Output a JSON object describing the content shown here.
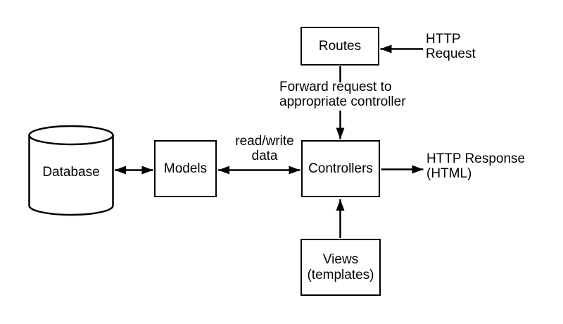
{
  "diagram": {
    "background": "#ffffff",
    "stroke_color": "#000000",
    "node_fill": "#ffffff",
    "nodes": [
      {
        "id": "database",
        "label": "Database",
        "shape": "cylinder"
      },
      {
        "id": "models",
        "label": "Models",
        "shape": "rect"
      },
      {
        "id": "controllers",
        "label": "Controllers",
        "shape": "rect"
      },
      {
        "id": "routes",
        "label": "Routes",
        "shape": "rect"
      },
      {
        "id": "views",
        "label": "Views\n(templates)",
        "shape": "rect"
      }
    ],
    "edges": [
      {
        "from": "external-client",
        "to": "routes",
        "bidirectional": false,
        "label": "HTTP\nRequest"
      },
      {
        "from": "routes",
        "to": "controllers",
        "bidirectional": false,
        "label": "Forward request to\nappropriate controller"
      },
      {
        "from": "database",
        "to": "models",
        "bidirectional": true,
        "label": ""
      },
      {
        "from": "models",
        "to": "controllers",
        "bidirectional": true,
        "label": "read/write\ndata"
      },
      {
        "from": "controllers",
        "to": "external-client",
        "bidirectional": false,
        "label": "HTTP Response\n(HTML)"
      },
      {
        "from": "views",
        "to": "controllers",
        "bidirectional": false,
        "label": ""
      }
    ]
  }
}
